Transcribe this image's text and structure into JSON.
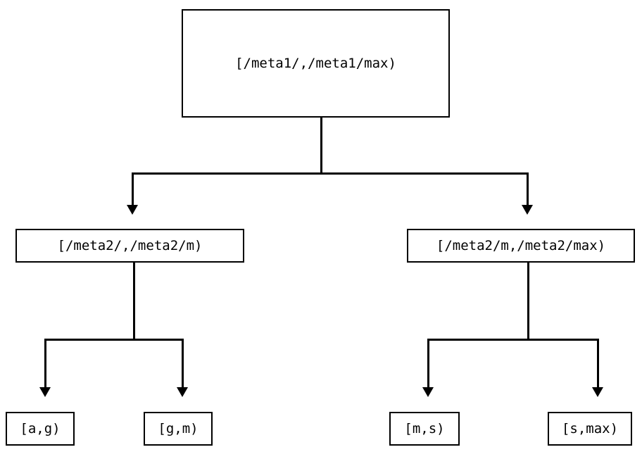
{
  "diagram": {
    "type": "tree",
    "title": "",
    "background_color": "#ffffff",
    "stroke_color": "#000000",
    "nodes": {
      "root": {
        "label": "[/meta1/,/meta1/max)"
      },
      "mid_left": {
        "label": "[/meta2/,/meta2/m)"
      },
      "mid_right": {
        "label": "[/meta2/m,/meta2/max)"
      },
      "leaf_ag": {
        "label": "[a,g)"
      },
      "leaf_gm": {
        "label": "[g,m)"
      },
      "leaf_ms": {
        "label": "[m,s)"
      },
      "leaf_smax": {
        "label": "[s,max)"
      }
    },
    "edges": [
      {
        "from": "root",
        "to": "mid_left",
        "arrow": "down"
      },
      {
        "from": "root",
        "to": "mid_right",
        "arrow": "down"
      },
      {
        "from": "mid_left",
        "to": "leaf_ag",
        "arrow": "down"
      },
      {
        "from": "mid_left",
        "to": "leaf_gm",
        "arrow": "down"
      },
      {
        "from": "mid_right",
        "to": "leaf_ms",
        "arrow": "down"
      },
      {
        "from": "mid_right",
        "to": "leaf_smax",
        "arrow": "down"
      }
    ]
  }
}
